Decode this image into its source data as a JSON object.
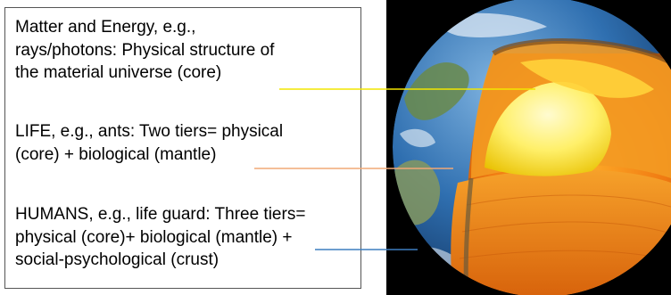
{
  "paragraphs": [
    {
      "line1": "Matter and Energy, e.g.,",
      "line2": "rays/photons: Physical structure of",
      "line3": "the material universe (core)"
    },
    {
      "line1": "LIFE, e.g., ants: Two tiers= physical",
      "line2": "(core) + biological  (mantle)"
    },
    {
      "line1": "HUMANS, e.g., life guard: Three tiers=",
      "line2": "physical (core)+ biological (mantle) +",
      "line3": "social-psychological (crust)"
    }
  ],
  "colors": {
    "core_leader": "#f2e600",
    "mantle_leader": "#f0a877",
    "crust_leader": "#3d7ebf",
    "background_panel": "#000000",
    "core": "#fff27a",
    "mantle": "#f28a1c",
    "ocean": "#2f6fb0"
  }
}
